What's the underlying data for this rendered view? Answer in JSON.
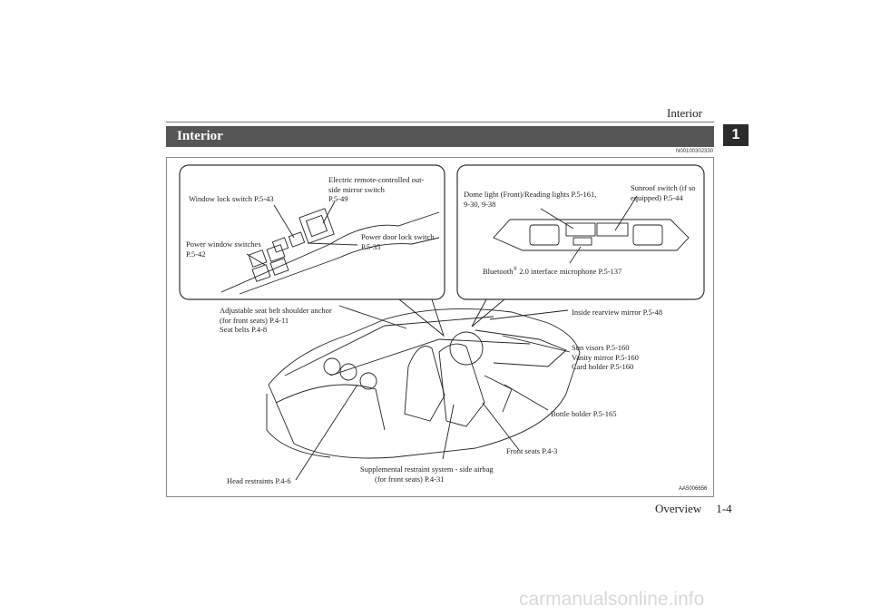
{
  "header": {
    "section_title": "Interior",
    "chapter_tab": "1"
  },
  "banner": {
    "title": "Interior",
    "doc_code": "N00100302330"
  },
  "figure": {
    "code": "AA5006656",
    "door_callouts": {
      "window_lock": "Window lock switch P.5-43",
      "mirror_switch": [
        "Electric remote-controlled out-",
        "side mirror switch",
        "P.5-49"
      ],
      "door_lock": [
        "Power door lock switch",
        "P.5-35"
      ],
      "power_window": [
        "Power window switches",
        "P.5-42"
      ]
    },
    "ceiling_callouts": {
      "dome_light": [
        "Dome light (Front)/Reading lights P.5-161,",
        "9-30, 9-38"
      ],
      "sunroof": [
        "Sunroof switch (if so",
        "equipped) P.5-44"
      ],
      "bluetooth_pre": "Bluetooth",
      "bluetooth_sup": "®",
      "bluetooth_post": " 2.0 interface microphone P.5-137"
    },
    "cabin_callouts": {
      "seat_belt": [
        "Adjustable seat belt shoulder anchor",
        "(for front seats) P.4-11",
        "Seat belts P.4-8"
      ],
      "rearview": "Inside rearview mirror P.5-48",
      "sun_visors": [
        "Sun visors P.5-160",
        "Vanity mirror P.5-160",
        "Card holder P.5-160"
      ],
      "bottle_holder": "Bottle holder P.5-165",
      "front_seats": "Front seats P.4-3",
      "side_airbag": [
        "Supplemental restraint system - side airbag",
        "(for front seats) P.4-31"
      ],
      "head_restraints": "Head restraints P.4-6"
    }
  },
  "footer": {
    "section": "Overview",
    "page": "1-4"
  },
  "watermark": "carmanualsonline.info"
}
